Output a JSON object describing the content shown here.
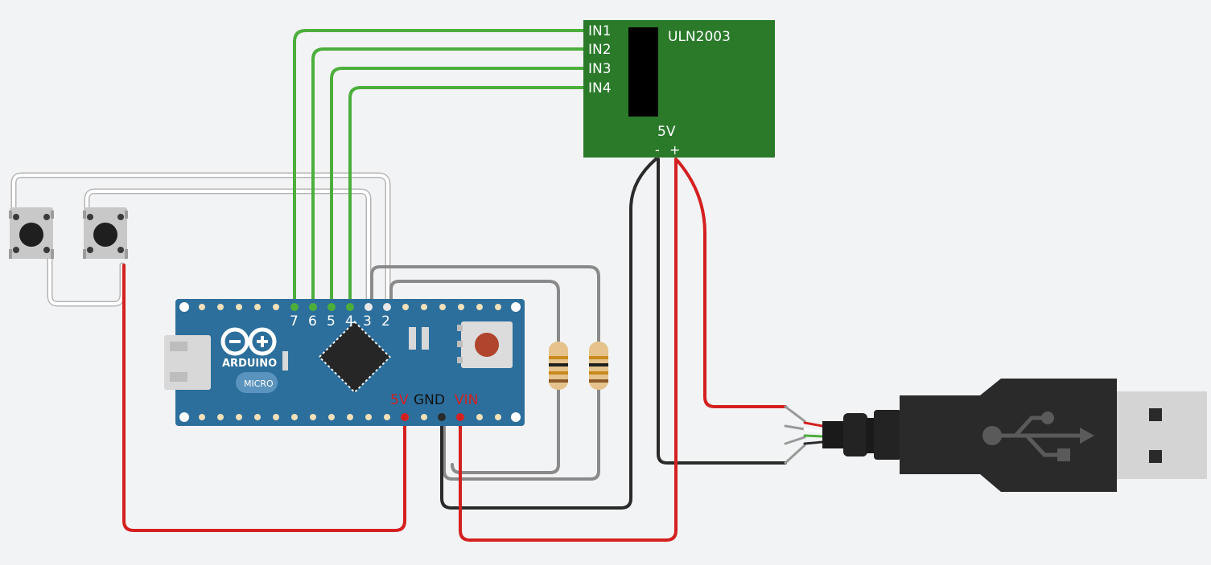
{
  "driver_board": {
    "chip_label": "ULN2003",
    "inputs": [
      "IN1",
      "IN2",
      "IN3",
      "IN4"
    ],
    "power_label": "5V",
    "power_minus": "-",
    "power_plus": "+",
    "color": "#2a7a2a"
  },
  "arduino": {
    "brand": "ARDUINO",
    "model": "MICRO",
    "pin_numbers": [
      "7",
      "6",
      "5",
      "4",
      "3",
      "2"
    ],
    "power_pins": {
      "v5": "5V",
      "gnd": "GND",
      "vin": "VIN"
    },
    "board_color": "#2c6f9c"
  },
  "colors": {
    "signal_wire": "#4caf3c",
    "button_wire": "#ffffff",
    "resistor_wire": "#8a8a8a",
    "power_wire": "#d42020",
    "ground_wire": "#2a2a2a"
  },
  "icons": {
    "usb_plug": "usb-icon",
    "arduino_logo": "infinity-icon"
  }
}
